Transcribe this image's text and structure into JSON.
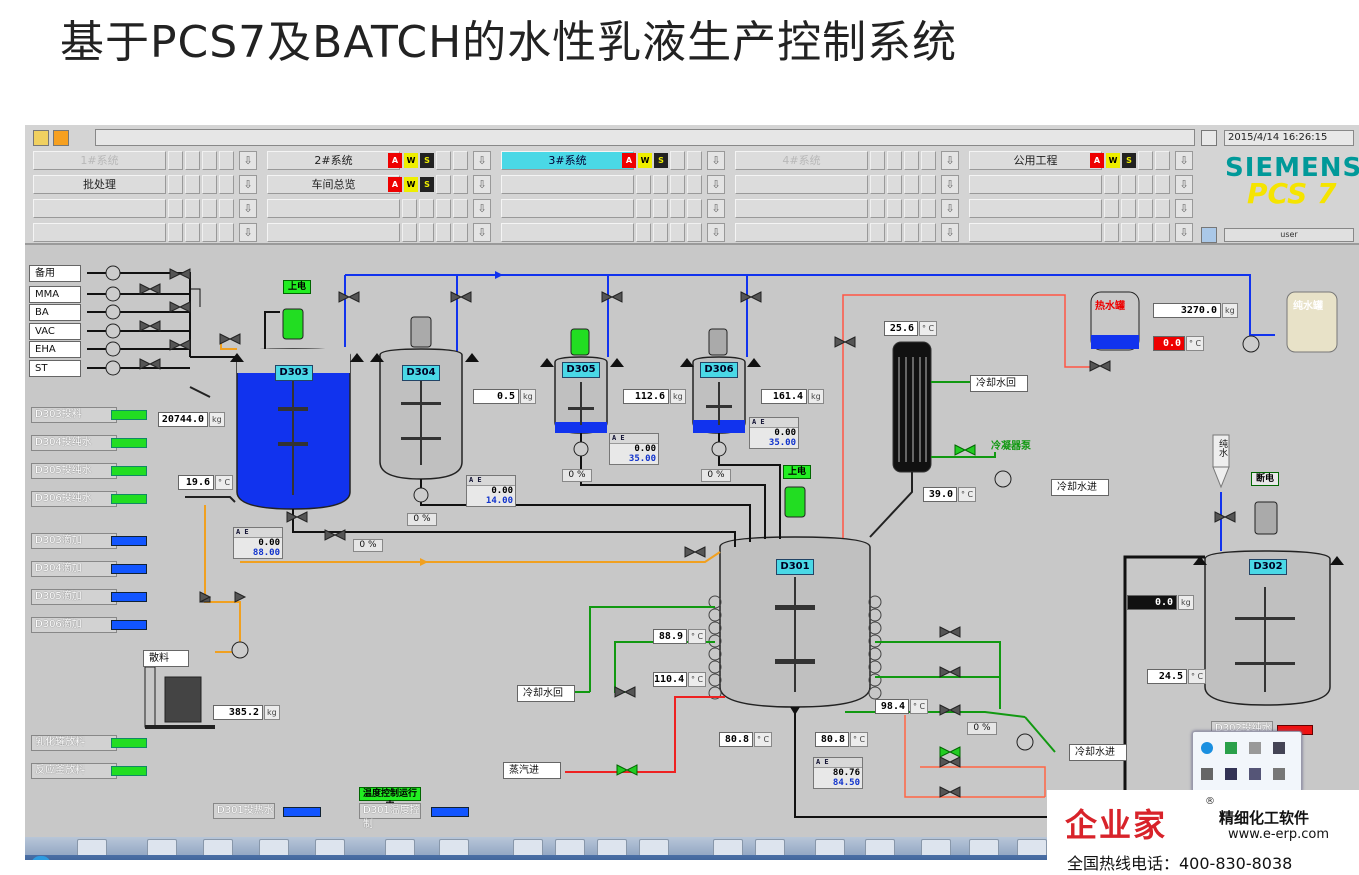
{
  "slide": {
    "title": "基于PCS7及BATCH的水性乳液生产控制系统"
  },
  "header": {
    "datetime": "2015/4/14 16:26:15",
    "user": "user",
    "brand": "SIEMENS",
    "product": "PCS 7",
    "areas": [
      {
        "label": "1#系统",
        "state": "dim"
      },
      {
        "label": "2#系统",
        "state": "normal"
      },
      {
        "label": "3#系统",
        "state": "active"
      },
      {
        "label": "4#系统",
        "state": "dim"
      },
      {
        "label": "公用工程",
        "state": "normal"
      }
    ],
    "areas_row2": [
      {
        "label": "批处理"
      },
      {
        "label": "车间总览"
      }
    ],
    "alarm_letters": {
      "a": "A",
      "w": "W",
      "s": "S"
    }
  },
  "feeds": [
    "备用",
    "MMA",
    "BA",
    "VAC",
    "EHA",
    "ST"
  ],
  "tanks": {
    "d303": {
      "label": "D303",
      "weight": "20744.0",
      "unit": "kg",
      "temp": "19.6",
      "temp_unit": "° C",
      "status": "上电"
    },
    "d304": {
      "label": "D304",
      "weight": "0.5",
      "unit": "kg"
    },
    "d305": {
      "label": "D305",
      "weight": "112.6",
      "unit": "kg"
    },
    "d306": {
      "label": "D306",
      "weight": "161.4",
      "unit": "kg"
    },
    "d301": {
      "label": "D301",
      "status": "上电"
    },
    "d302": {
      "label": "D302",
      "status": "断电",
      "weight": "0.0",
      "unit": "kg",
      "temp": "24.5",
      "temp_unit": "° C"
    },
    "hot_water": {
      "label": "热水罐",
      "weight": "3270.0",
      "unit": "kg",
      "temp": "0.0",
      "temp_unit": "° C"
    },
    "pure_water": {
      "label": "纯水罐"
    }
  },
  "controllers": {
    "d303": {
      "pv": "0.00",
      "sp": "88.00"
    },
    "d304": {
      "pv": "0.00",
      "sp": "14.00"
    },
    "d305": {
      "pv": "0.00",
      "sp": "35.00"
    },
    "d306": {
      "pv": "0.00",
      "sp": "35.00"
    },
    "d301": {
      "pv": "80.76",
      "sp": "84.50"
    },
    "header": "A E"
  },
  "percent": {
    "d303": "0 %",
    "d304": "0 %",
    "d305": "0 %",
    "d306": "0 %",
    "d301_return": "0 %"
  },
  "temps": {
    "condenser_top": "25.6",
    "condenser_out": "39.0",
    "jacket_1": "88.9",
    "jacket_2": "110.4",
    "jacket_3": "98.4",
    "bottom_1": "80.8",
    "bottom_2": "80.8",
    "unit": "° C"
  },
  "labels_left": [
    {
      "label": "D303投料",
      "bar": "green"
    },
    {
      "label": "D304投纯水",
      "bar": "green"
    },
    {
      "label": "D305投纯水",
      "bar": "green"
    },
    {
      "label": "D306投纯水",
      "bar": "green"
    },
    {
      "label": "D303滴加",
      "bar": "blue"
    },
    {
      "label": "D304滴加",
      "bar": "blue"
    },
    {
      "label": "D305滴加",
      "bar": "blue"
    },
    {
      "label": "D306滴加",
      "bar": "blue"
    }
  ],
  "labels_left_bottom": [
    {
      "label": "乳化罐放料"
    },
    {
      "label": "反应釜放料"
    }
  ],
  "tags": {
    "bulk": "散料",
    "drum_weight": "385.2",
    "drum_unit": "kg",
    "cool_water_return_1": "冷却水回",
    "cool_water_in_1": "冷却水进",
    "cool_water_return_2": "冷却水回",
    "cool_water_in_2": "冷却水进",
    "steam_in": "蒸汽进",
    "condenser_pump": "冷凝器泵",
    "pure_water_v": "纯水",
    "d301_jacket": "D301投热水",
    "temp_ctrl_running": "温度控制运行中",
    "d301_stir": "D301温度控制",
    "d302_water": "D302投纯水"
  },
  "logo": {
    "brand": "企业家",
    "reg": "®",
    "tagline": "精细化工软件",
    "url": "www.e-erp.com",
    "hotline": "全国热线电话：400-830-8038"
  }
}
